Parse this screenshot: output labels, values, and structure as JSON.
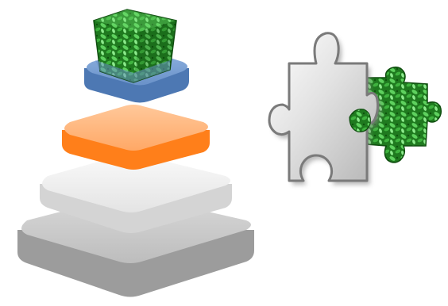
{
  "illustration": {
    "pyramid": {
      "layers": [
        {
          "id": "base",
          "color_top": "#c9c9c9",
          "color_side": "#9a9a9a"
        },
        {
          "id": "second",
          "color_top": "#f2f2f2",
          "color_side": "#d3d3d3"
        },
        {
          "id": "third",
          "color_top": "#ffb37a",
          "color_side": "#ff7f1a"
        },
        {
          "id": "top",
          "color_top": "#7fa4d6",
          "color_side": "#4d78b3"
        }
      ],
      "cube": {
        "color_light": "#6fdc6f",
        "color_dark": "#1f7a1f"
      }
    },
    "puzzle": {
      "gray_piece": {
        "color_light": "#f4f4f4",
        "color_dark": "#a9a9a9",
        "outline": "#7a7a7a"
      },
      "green_piece": {
        "color_light": "#58d858",
        "color_dark": "#0f6a0f"
      }
    }
  }
}
